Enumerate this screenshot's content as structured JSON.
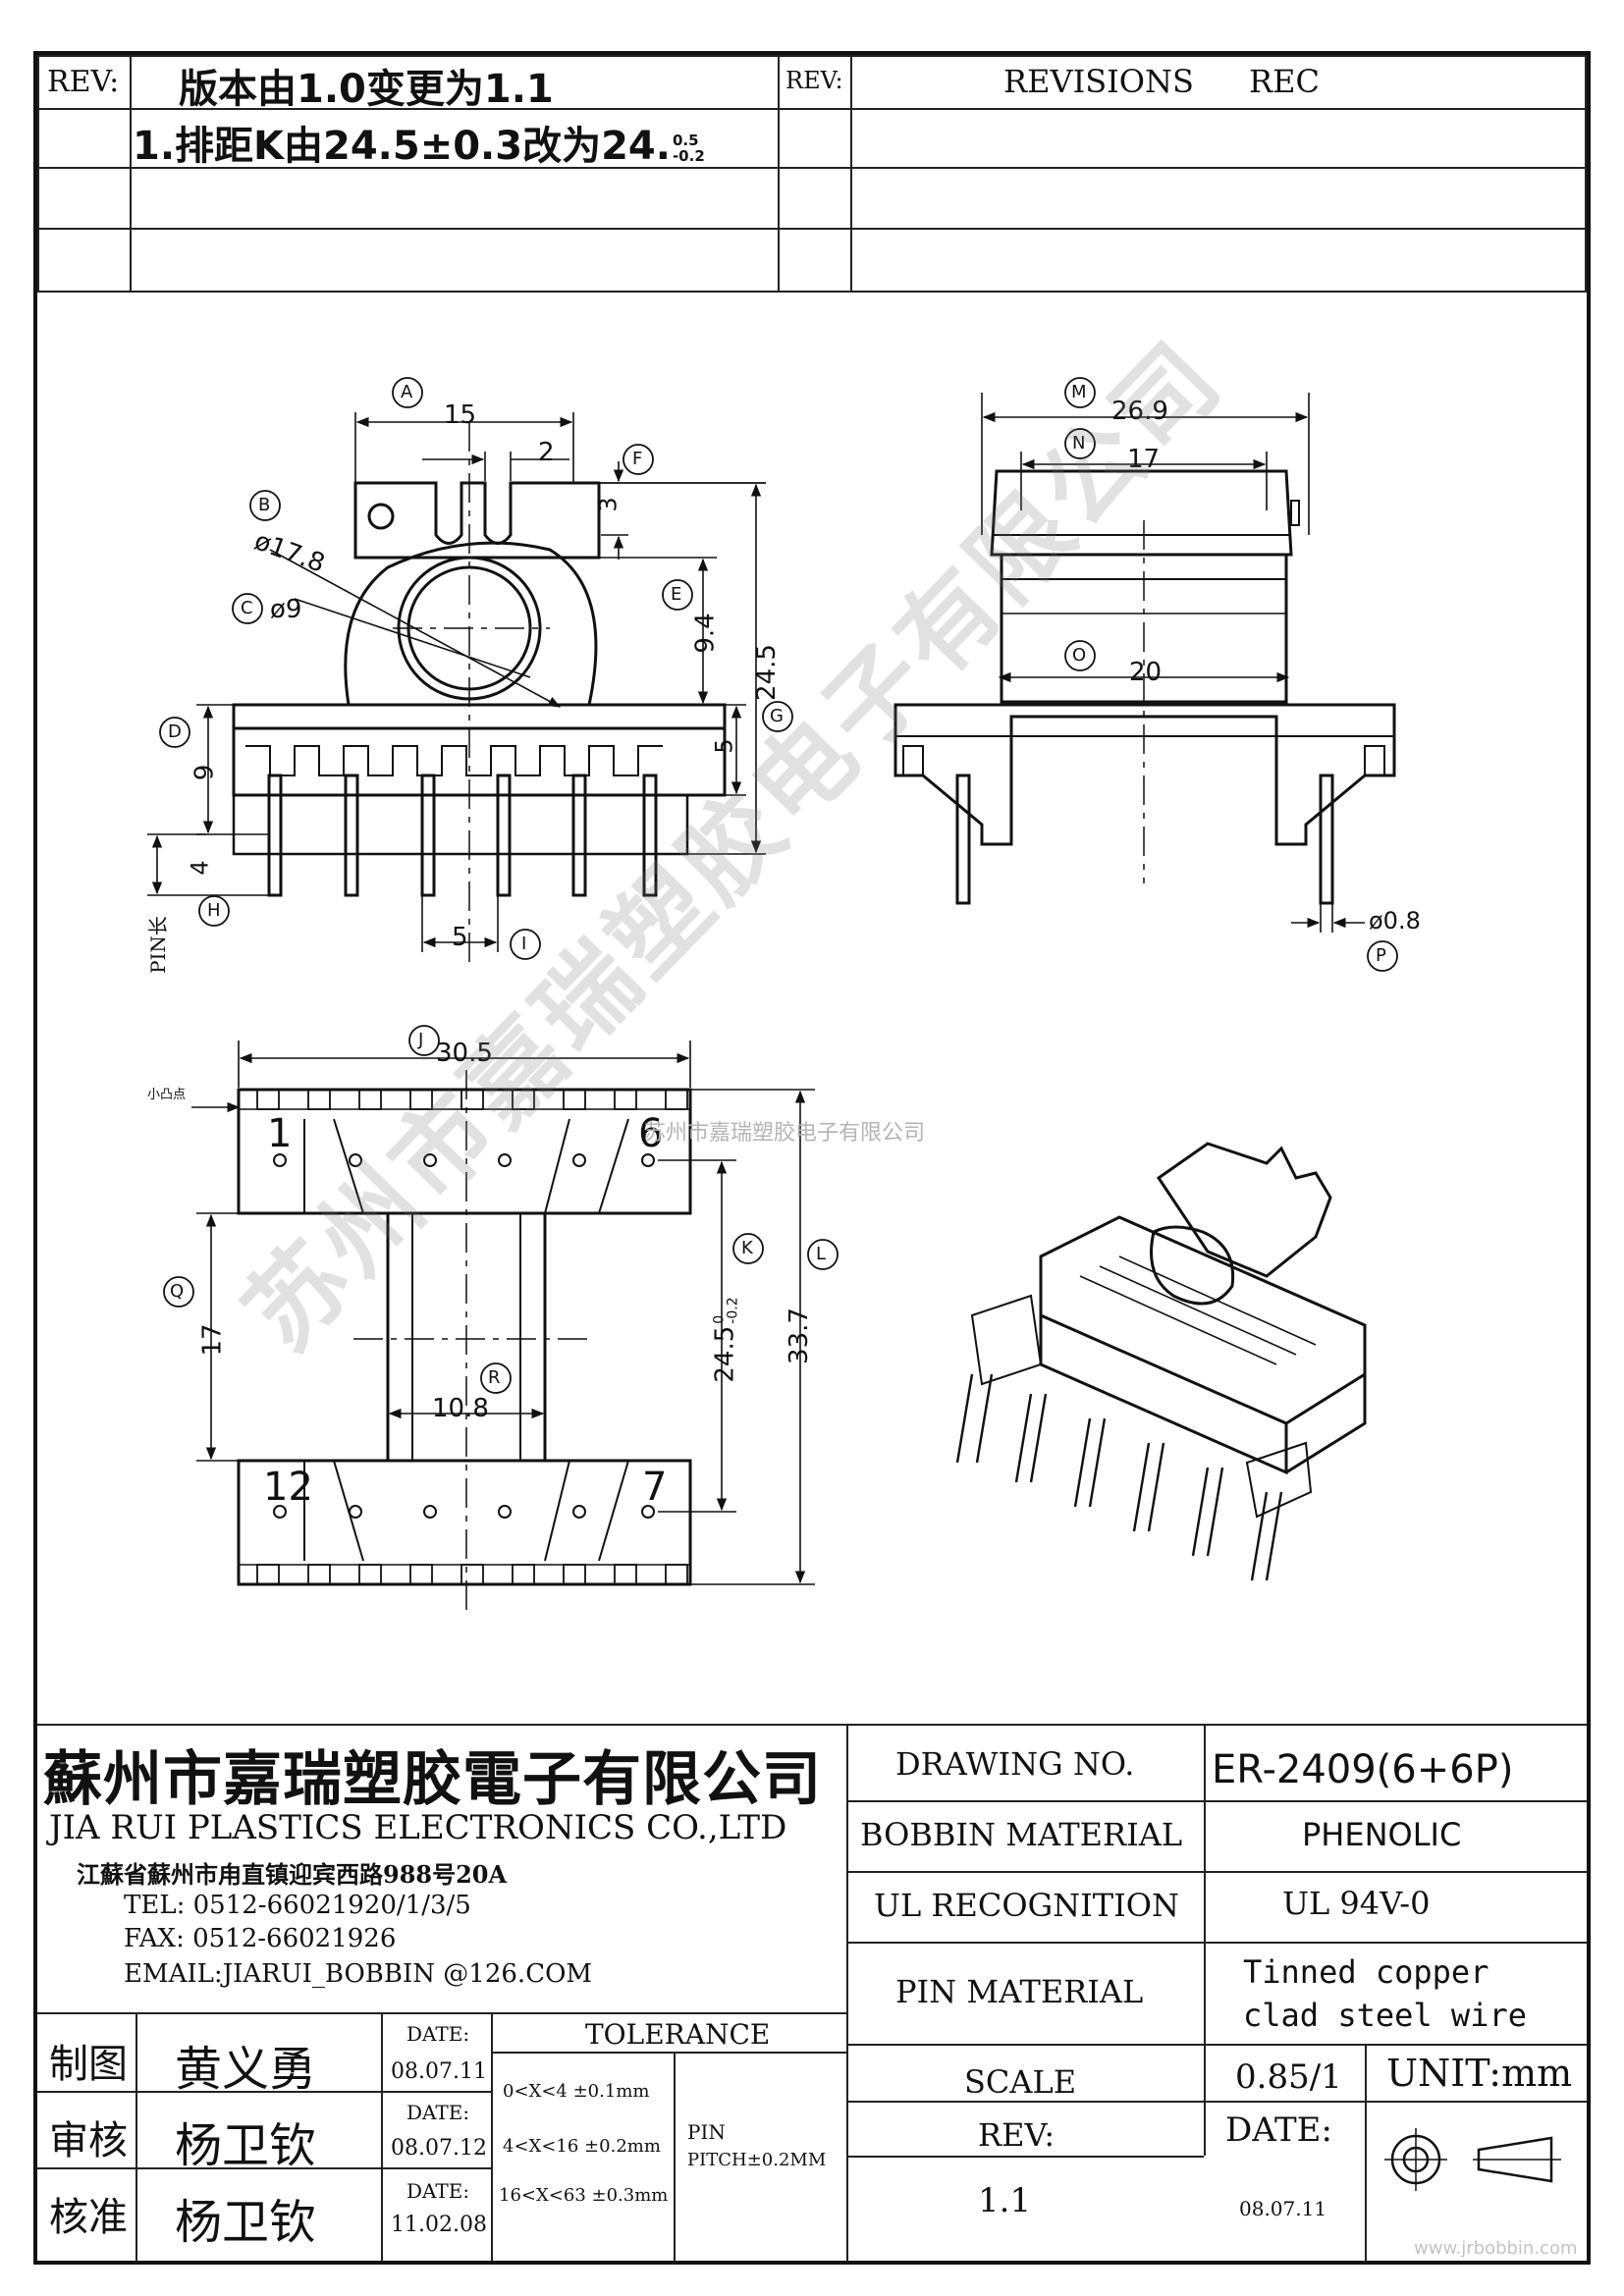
{
  "revision_block": {
    "rev_label_left": "REV:",
    "rev_label_right": "REV:",
    "revisions_header": "REVISIONS",
    "rec_header": "REC",
    "row1": "版本由1.0变更为1.1",
    "row2_main": "1.排距K由24.5±0.3改为24.",
    "row2_tol_plus": "0.5",
    "row2_tol_minus": "-0.2"
  },
  "front_view": {
    "dims": {
      "A": "15",
      "F_width": "2",
      "F_height": "3",
      "B": "ø17.8",
      "C": "ø9",
      "E": "9.4",
      "G": "24.5",
      "D": "9",
      "base": "5",
      "H": "4",
      "pin_pitch": "5",
      "pin_len_label": "PIN长"
    },
    "callouts": [
      "A",
      "B",
      "C",
      "D",
      "E",
      "F",
      "G",
      "H",
      "I"
    ]
  },
  "side_view": {
    "dims": {
      "M": "26.9",
      "N": "17",
      "O": "20",
      "P": "ø0.8"
    },
    "callouts": [
      "M",
      "N",
      "O",
      "P"
    ]
  },
  "bottom_view": {
    "dims": {
      "J": "30.5",
      "Q": "17",
      "R": "10.8",
      "K": "24.5",
      "K_tol_plus": "0",
      "K_tol_minus": "-0.2",
      "L": "33.7"
    },
    "callouts": [
      "J",
      "K",
      "L",
      "Q",
      "R"
    ],
    "dot_label": "小凸点",
    "pin_numbers": {
      "p1": "1",
      "p6": "6",
      "p12": "12",
      "p7": "7"
    }
  },
  "watermark": {
    "small": "苏州市嘉瑞塑胶电子有限公司",
    "large": "苏州市嘉瑞塑胶电子有限公司"
  },
  "company": {
    "name_cn": "蘇州市嘉瑞塑胶電子有限公司",
    "name_en": "JIA RUI PLASTICS ELECTRONICS CO.,LTD",
    "address": "江蘇省蘇州市甪直镇迎宾西路988号20A",
    "tel": "TEL: 0512-66021920/1/3/5",
    "fax": "FAX: 0512-66021926",
    "email": "EMAIL:JIARUI_BOBBIN @126.COM"
  },
  "signoff": [
    {
      "role": "制图",
      "name": "黄义勇",
      "date_label": "DATE:",
      "date": "08.07.11"
    },
    {
      "role": "审核",
      "name": "杨卫钦",
      "date_label": "DATE:",
      "date": "08.07.12"
    },
    {
      "role": "核准",
      "name": "杨卫钦",
      "date_label": "DATE:",
      "date": "11.02.08"
    }
  ],
  "tolerance": {
    "header": "TOLERANCE",
    "rows": [
      "0<X<4  ±0.1mm",
      "4<X<16 ±0.2mm",
      "16<X<63 ±0.3mm"
    ],
    "pin_label": "PIN",
    "pin_pitch": "PITCH±0.2MM"
  },
  "spec": {
    "drawing_no_label": "DRAWING  NO.",
    "drawing_no": "ER-2409(6+6P)",
    "bobbin_material_label": "BOBBIN  MATERIAL",
    "bobbin_material": "PHENOLIC",
    "ul_label": "UL RECOGNITION",
    "ul_value": "UL 94V-0",
    "pin_material_label": "PIN MATERIAL",
    "pin_material_1": "Tinned copper",
    "pin_material_2": "clad steel wire",
    "scale_label": "SCALE",
    "scale_value": "0.85/1",
    "unit": "UNIT:mm",
    "rev_label": "REV:",
    "rev_value": "1.1",
    "date_label": "DATE:",
    "date_value": "08.07.11"
  },
  "footer_site": "www.jrbobbin.com"
}
